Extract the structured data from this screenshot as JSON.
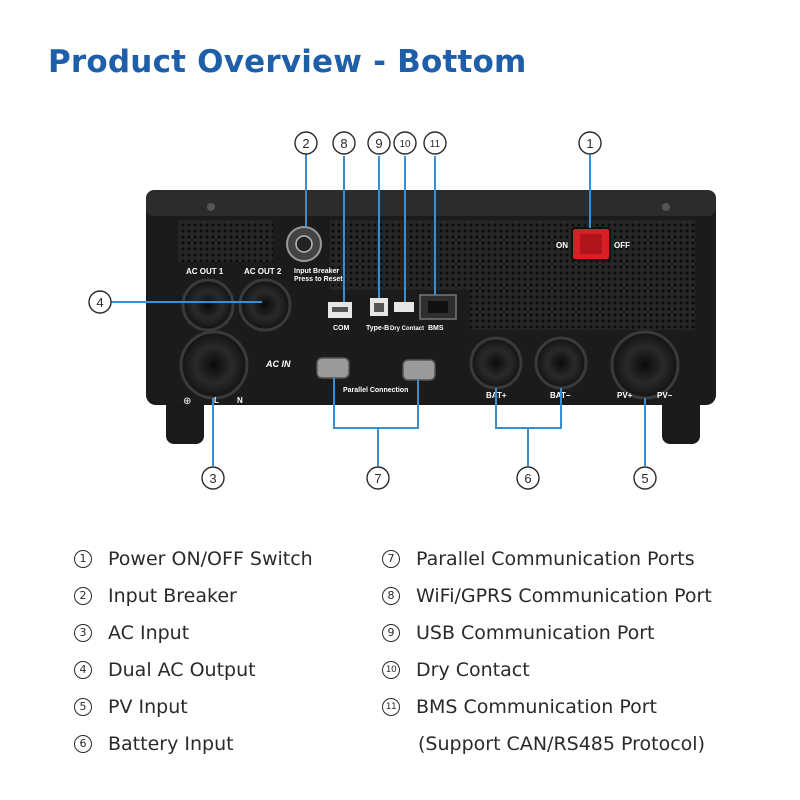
{
  "title": "Product Overview - Bottom",
  "callouts": {
    "c1": "1",
    "c2": "2",
    "c3": "3",
    "c4": "4",
    "c5": "5",
    "c6": "6",
    "c7": "7",
    "c8": "8",
    "c9": "9",
    "c10": "10",
    "c11": "11"
  },
  "device_labels": {
    "on": "ON",
    "off": "OFF",
    "ac_out_1": "AC OUT 1",
    "ac_out_2": "AC OUT 2",
    "input_breaker_line1": "Input Breaker",
    "input_breaker_line2": "Press to Reset",
    "com": "COM",
    "type_b": "Type-B",
    "dry_contact": "Dry Contact",
    "bms": "BMS",
    "ac_in": "AC IN",
    "l": "L",
    "n": "N",
    "ground": "⊕",
    "parallel_connection": "Parallel Connection",
    "bat_plus": "BAT+",
    "bat_minus": "BAT−",
    "pv_plus": "PV+",
    "pv_minus": "PV−"
  },
  "legend_left": [
    {
      "num": "1",
      "text": "Power ON/OFF Switch"
    },
    {
      "num": "2",
      "text": "Input Breaker"
    },
    {
      "num": "3",
      "text": "AC Input"
    },
    {
      "num": "4",
      "text": "Dual AC Output"
    },
    {
      "num": "5",
      "text": "PV Input"
    },
    {
      "num": "6",
      "text": "Battery Input"
    }
  ],
  "legend_right": [
    {
      "num": "7",
      "text": "Parallel Communication Ports"
    },
    {
      "num": "8",
      "text": "WiFi/GPRS Communication Port"
    },
    {
      "num": "9",
      "text": "USB Communication Port"
    },
    {
      "num": "10",
      "text": "Dry Contact"
    },
    {
      "num": "11",
      "text": "BMS Communication Port"
    }
  ],
  "legend_right_note": "(Support CAN/RS485 Protocol)",
  "colors": {
    "title": "#1f5ea8",
    "bracket": "#3a8fd0",
    "device_body": "#1b1b1b",
    "switch": "#d81f26"
  }
}
